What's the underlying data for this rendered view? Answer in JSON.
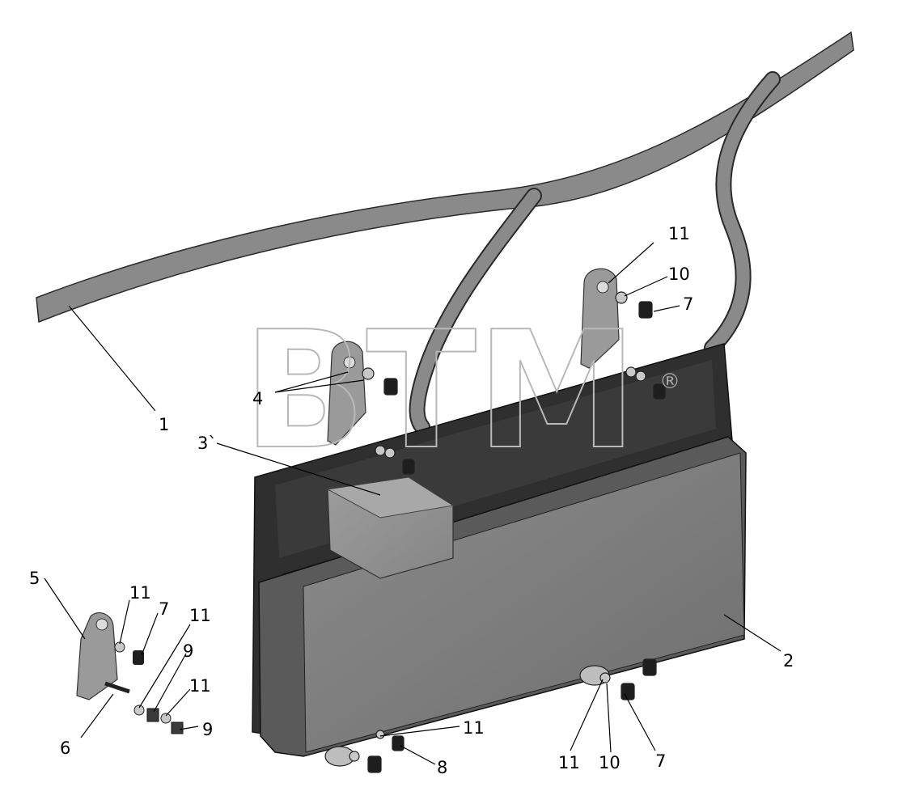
{
  "watermark": {
    "text": "BTM",
    "registered": "®"
  },
  "labels": {
    "l1": "1",
    "l2": "2",
    "l3": "3`",
    "l4": "4",
    "l5": "5",
    "l6": "6",
    "l7a": "7",
    "l7b": "7",
    "l7c": "7",
    "l8": "8",
    "l9a": "9",
    "l9b": "9",
    "l10a": "10",
    "l10b": "10",
    "l11a": "11",
    "l11b": "11",
    "l11c": "11",
    "l11d": "11",
    "l11e": "11",
    "l11f": "11"
  },
  "colors": {
    "dark_housing": "#2f2f2f",
    "cover": "#7d7d7d",
    "harness": "#8a8a8a",
    "bracket": "#9a9a9a"
  }
}
